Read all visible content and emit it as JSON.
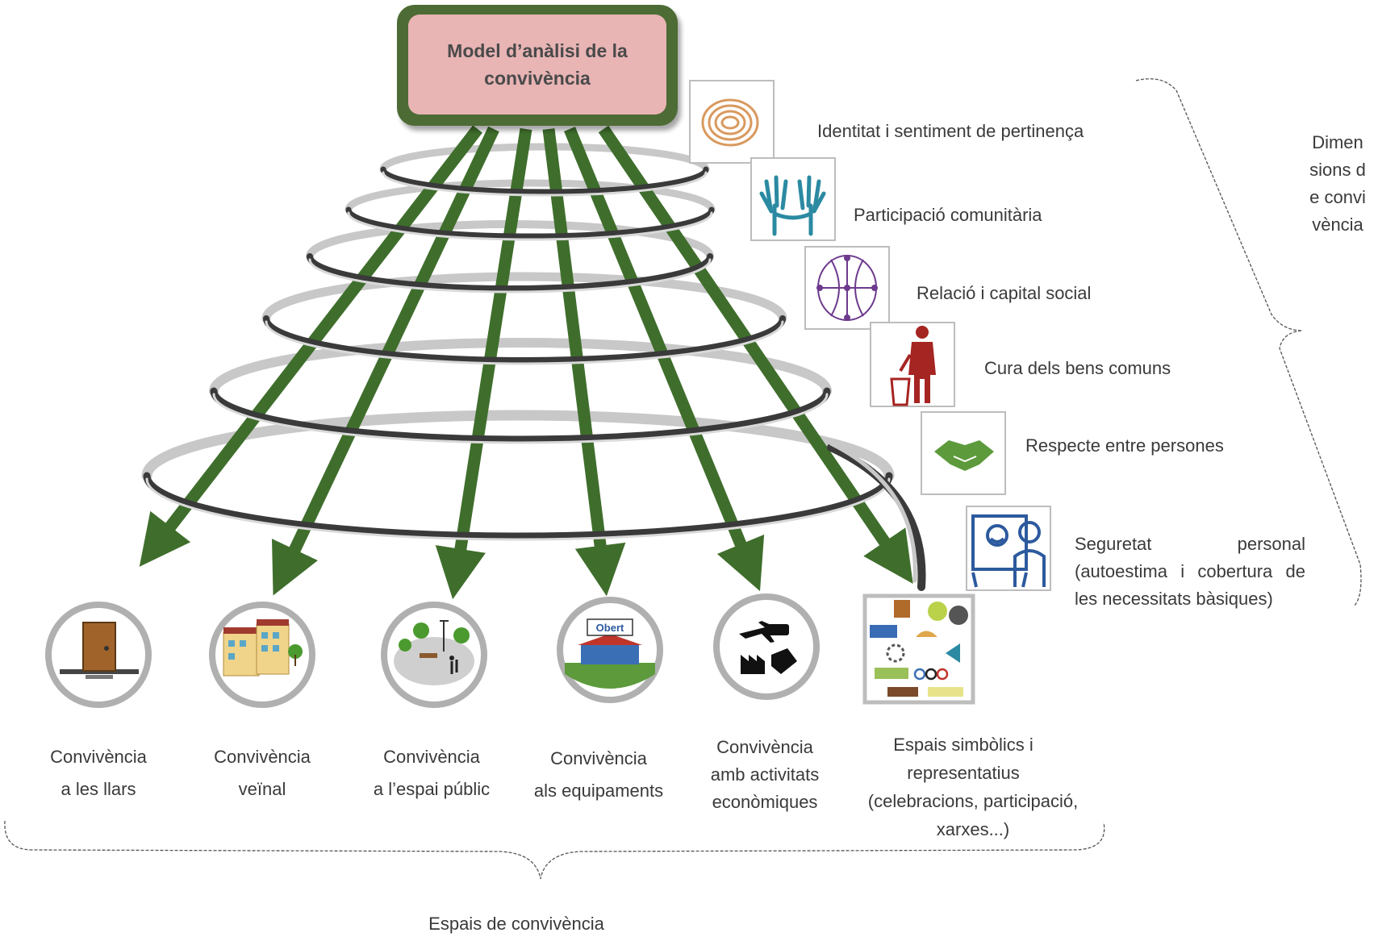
{
  "title": "Model d’anàlisi de la convivència",
  "dimensions_label": "Dimensions de convivència",
  "dimensions": [
    {
      "label": "Identitat i sentiment de pertinença",
      "icon": "fingerprint-icon"
    },
    {
      "label": "Participació comunitària",
      "icon": "raised-hands-icon"
    },
    {
      "label": "Relació i capital social",
      "icon": "network-icon"
    },
    {
      "label": "Cura dels bens comuns",
      "icon": "person-litter-bin-icon"
    },
    {
      "label": "Respecte entre persones",
      "icon": "handshake-icon"
    }
  ],
  "last_dimension": {
    "line1": "Seguretat personal",
    "line2": "(autoestima i cobertura de",
    "line3": "les necessitats bàsiques)",
    "icon": "person-mirror-icon"
  },
  "spaces": [
    {
      "line1": "Convivència",
      "line2": "a les llars",
      "icon": "door-icon"
    },
    {
      "line1": "Convivència",
      "line2": "veïnal",
      "icon": "buildings-icon"
    },
    {
      "line1": "Convivència",
      "line2": "a l’espai públic",
      "icon": "park-icon"
    },
    {
      "line1": "Convivència",
      "line2": "als equipaments",
      "icon": "facility-icon"
    },
    {
      "line1": "Convivència",
      "line2": "amb activitats",
      "line3": "econòmiques",
      "icon": "economy-icon"
    },
    {
      "line1": "Espais simbòlics  i",
      "line2": "representatius",
      "line3": "(celebracions, participació,",
      "line4": "xarxes...)",
      "icon": "collage-icon"
    }
  ],
  "icon_badges": {
    "facility_sign": "Obert"
  },
  "spaces_label": "Espais de convivència",
  "colors": {
    "arrow": "#3f6e2c",
    "title_border": "#4d6b34",
    "title_fill": "#e8b4b4",
    "ring_light": "#c8c8c8",
    "ring_dark": "#3a3a3a",
    "circle_border": "#b0b0b0"
  }
}
